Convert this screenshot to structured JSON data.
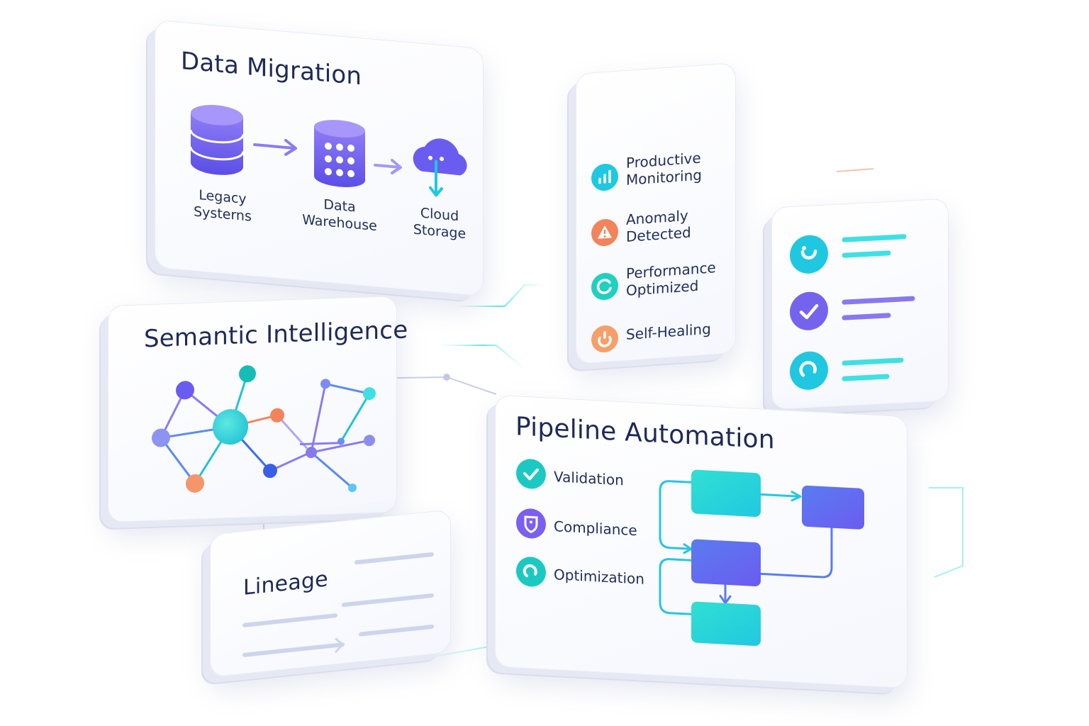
{
  "migration": {
    "title": "Data Migration",
    "steps": [
      {
        "label": "Legacy\nSysterns"
      },
      {
        "label": "Data\nWarehouse"
      },
      {
        "label": "Cloud\nStorage"
      }
    ]
  },
  "monitoring": {
    "items": [
      {
        "label": "Productive\nMonitoring",
        "icon": "bar-chart-icon",
        "color": "#1fc8e0"
      },
      {
        "label": "Anomaly\nDetected",
        "icon": "warning-icon",
        "color": "#f2845b"
      },
      {
        "label": "Performance\nOptimized",
        "icon": "refresh-icon",
        "color": "#20d0c0"
      },
      {
        "label": "Self-Healing",
        "icon": "heal-icon",
        "color": "#f5a06a"
      }
    ]
  },
  "semantic": {
    "title": "Semantic Intelligence"
  },
  "lineage": {
    "title": "Lineage"
  },
  "pipeline": {
    "title": "Pipeline Automation",
    "items": [
      {
        "label": "Validation",
        "icon": "check-icon",
        "color": "#1cc9c2"
      },
      {
        "label": "Compliance",
        "icon": "shield-icon",
        "color": "#7a5ff0"
      },
      {
        "label": "Optimization",
        "icon": "cycle-icon",
        "color": "#1cc9c2"
      }
    ]
  },
  "colors": {
    "accent_purple": "#6b5cf0",
    "accent_teal": "#22d3d8",
    "accent_orange": "#f2845b",
    "text_dark": "#1e2a55"
  }
}
